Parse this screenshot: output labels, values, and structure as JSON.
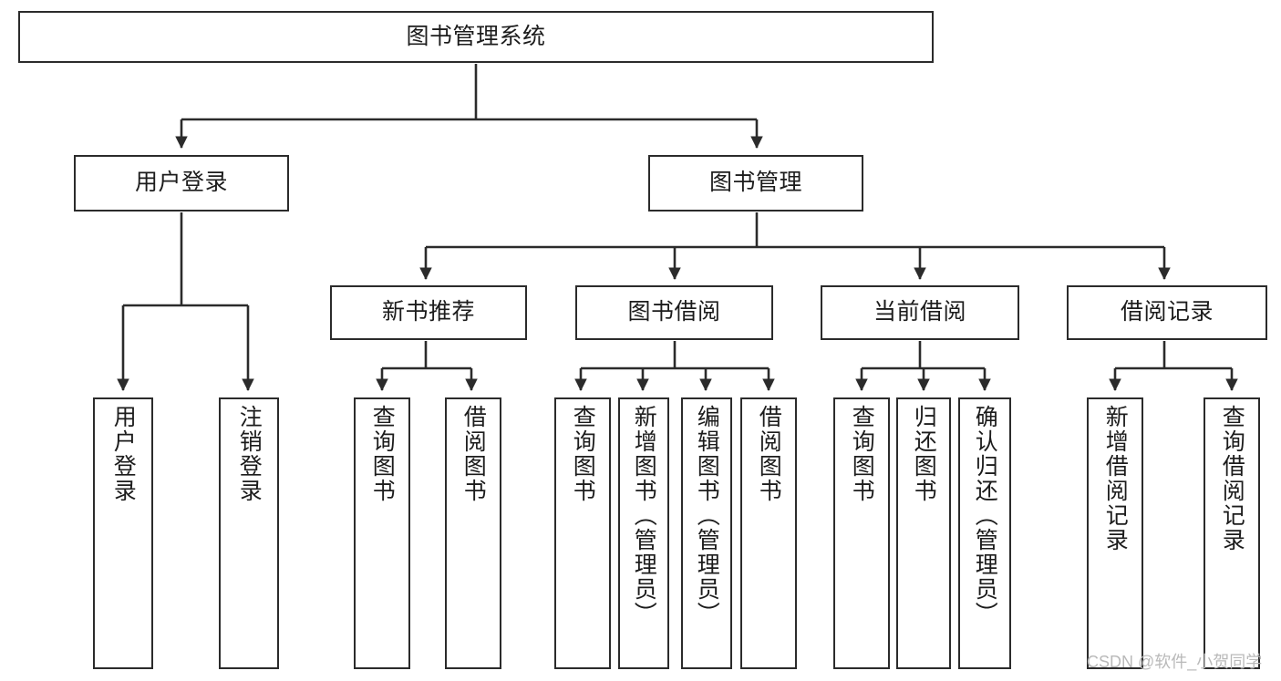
{
  "diagram": {
    "type": "tree",
    "title": "图书管理系统",
    "orientation": "top-down",
    "colors": {
      "box_border": "#2b2b2b",
      "box_fill": "#ffffff",
      "connector": "#2b2b2b",
      "text": "#1c1c1c",
      "watermark": "#b9b9b9",
      "background": "#ffffff"
    },
    "root": {
      "label": "图书管理系统"
    },
    "level1": [
      {
        "label": "用户登录"
      },
      {
        "label": "图书管理"
      }
    ],
    "level2": [
      {
        "label": "新书推荐"
      },
      {
        "label": "图书借阅"
      },
      {
        "label": "当前借阅"
      },
      {
        "label": "借阅记录"
      }
    ],
    "leaves": {
      "user_login": [
        {
          "label": "用户登录"
        },
        {
          "label": "注销登录"
        }
      ],
      "new_book_recommend": [
        {
          "label": "查询图书"
        },
        {
          "label": "借阅图书"
        }
      ],
      "book_borrow": [
        {
          "label": "查询图书"
        },
        {
          "label": "新增图书（管理员）"
        },
        {
          "label": "编辑图书（管理员）"
        },
        {
          "label": "借阅图书"
        }
      ],
      "current_borrow": [
        {
          "label": "查询图书"
        },
        {
          "label": "归还图书"
        },
        {
          "label": "确认归还（管理员）"
        }
      ],
      "borrow_record": [
        {
          "label": "新增借阅记录"
        },
        {
          "label": "查询借阅记录"
        }
      ]
    },
    "watermark": "CSDN @软件_小贺同学"
  }
}
